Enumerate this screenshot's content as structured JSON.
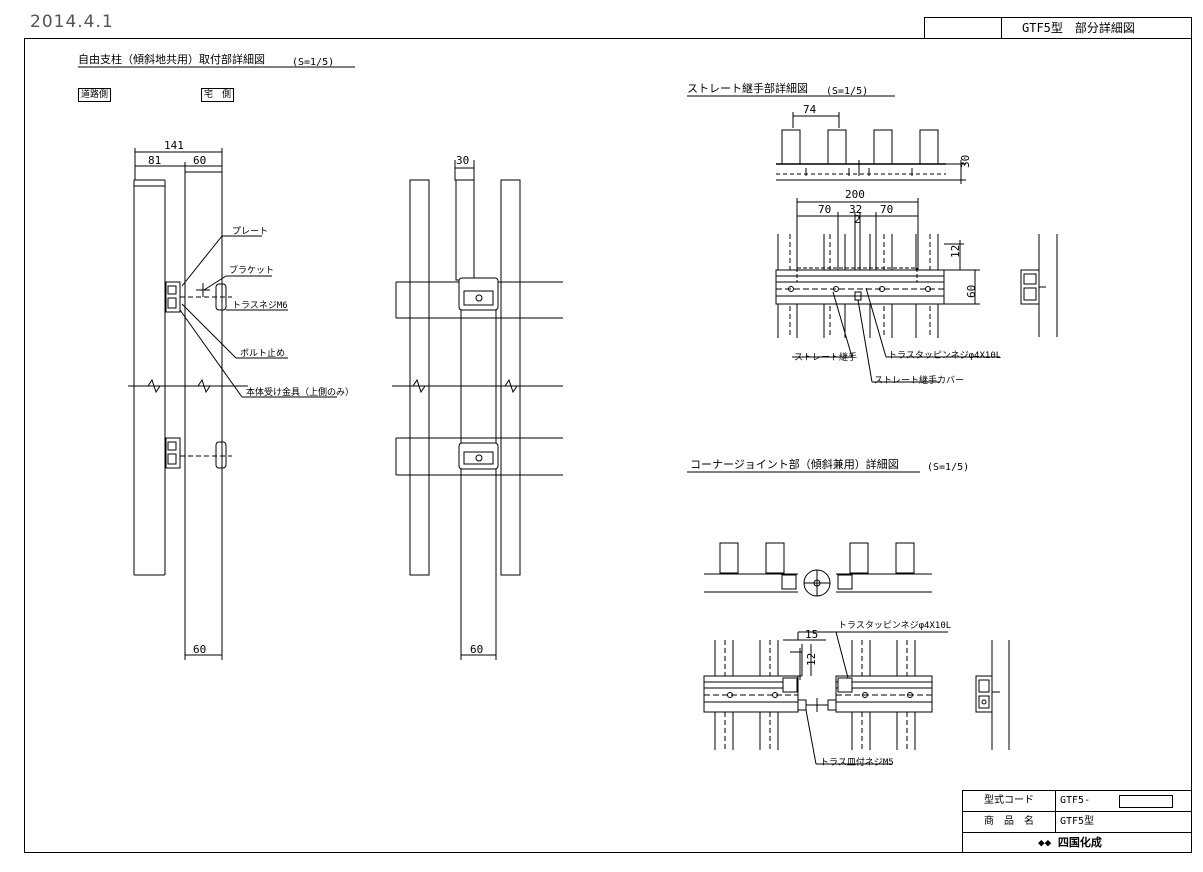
{
  "header": {
    "date": "2014.4.1",
    "drawing_title": "GTF5型　部分詳細図"
  },
  "views": {
    "free_post": {
      "title": "自由支柱（傾斜地共用）取付部詳細図",
      "scale": "(S=1/5)",
      "road_side": "道路側",
      "house_side": "宅　側",
      "dims": {
        "total": "141",
        "left": "81",
        "right": "60",
        "bottom_left": "60",
        "top_mid": "30",
        "bottom_mid": "60"
      },
      "callouts": {
        "plate": "プレート",
        "bracket": "ブラケット",
        "truss_screw": "トラスネジM6",
        "bolt_stop": "ボルト止め",
        "body_fitting": "本体受け金具（上側のみ）"
      }
    },
    "straight_joint": {
      "title": "ストレート継手部詳細図",
      "scale": "(S=1/5)",
      "dims": {
        "pitch": "74",
        "height": "30",
        "width": "200",
        "left": "70",
        "center": "32",
        "right": "70",
        "small": "2",
        "offset": "12",
        "depth": "60"
      },
      "callouts": {
        "joint": "ストレート継手",
        "tapping_screw": "トラスタッピンネジφ4X10L",
        "cover": "ストレート継手カバー"
      }
    },
    "corner_joint": {
      "title": "コーナージョイント部（傾斜兼用）詳細図",
      "scale": "(S=1/5)",
      "dims": {
        "a": "15",
        "b": "12"
      },
      "callouts": {
        "tapping_screw": "トラスタッピンネジφ4X10L",
        "truss_screw": "トラス皿付ネジM5"
      }
    }
  },
  "title_block": {
    "model_code_label": "型式コード",
    "model_code_value": "GTF5-",
    "product_name_label": "商　品　名",
    "product_name_value": "GTF5型",
    "company": "四国化成"
  }
}
